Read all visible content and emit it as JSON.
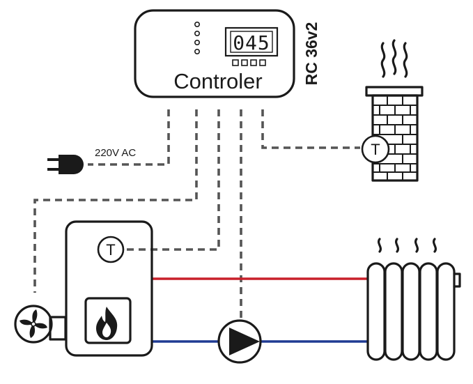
{
  "controller": {
    "title": "Controler",
    "model": "RC 36v2",
    "display_value": "045"
  },
  "power": {
    "label": "220V AC"
  },
  "sensors": {
    "chimney_symbol": "T",
    "boiler_symbol": "T"
  },
  "pipes": {
    "supply_color": "#c8202a",
    "return_color": "#1f3a93"
  },
  "wiring": {
    "line_color": "#555555",
    "style": "dashed"
  },
  "icons": [
    "plug-icon",
    "fan-icon",
    "flame-icon",
    "pump-icon",
    "chimney-icon",
    "radiator-icon",
    "heat-waves-icon"
  ]
}
